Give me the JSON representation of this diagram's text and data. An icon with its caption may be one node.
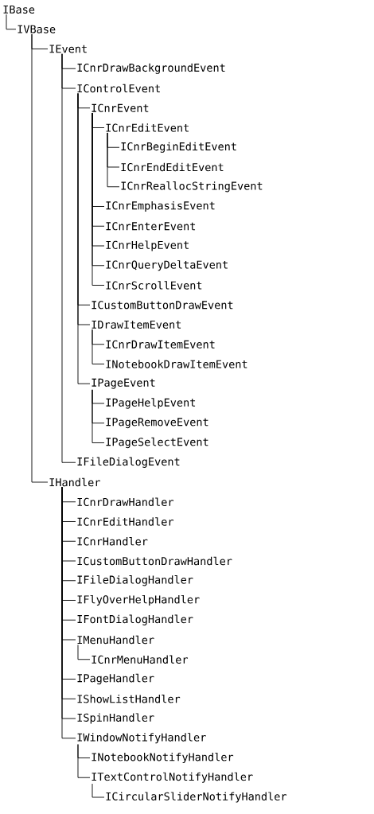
{
  "diagram": {
    "nodes": [
      {
        "text": [
          "IBase"
        ]
      },
      {
        "text": [
          "IVBase"
        ]
      },
      {
        "text": [
          "IEvent"
        ]
      },
      {
        "text": [
          "ICnrDrawBackgroundEvent"
        ]
      },
      {
        "text": [
          "IControlEvent"
        ]
      },
      {
        "text": [
          "ICnrEvent"
        ]
      },
      {
        "text": [
          "ICnrEditEvent"
        ]
      },
      {
        "text": [
          "ICnrBeginEditEvent"
        ]
      },
      {
        "text": [
          "ICnrEndEditEvent"
        ]
      },
      {
        "text": [
          "ICnrReallocStringEvent"
        ]
      },
      {
        "text": [
          "ICnrEmphasisEvent"
        ]
      },
      {
        "text": [
          "ICnrEnterEvent"
        ]
      },
      {
        "text": [
          "ICnrHelpEvent"
        ]
      },
      {
        "text": [
          "ICnrQueryDeltaEvent"
        ]
      },
      {
        "text": [
          "ICnrScrollEvent"
        ]
      },
      {
        "text": [
          "ICustomButtonDrawEvent"
        ]
      },
      {
        "text": [
          "IDrawItemEvent"
        ]
      },
      {
        "text": [
          "ICnrDrawItemEvent"
        ]
      },
      {
        "text": [
          "INotebookDrawItemEvent"
        ]
      },
      {
        "text": [
          "IPageEvent"
        ]
      },
      {
        "text": [
          "IPageHelpEvent"
        ]
      },
      {
        "text": [
          "IPageRemoveEvent"
        ]
      },
      {
        "text": [
          "IPageSelectEvent"
        ]
      },
      {
        "text": [
          "IFileDialogEvent"
        ]
      },
      {
        "text": [
          "IHandler"
        ]
      },
      {
        "text": [
          "ICnrDrawHandler"
        ]
      },
      {
        "text": [
          "ICnrEditHandler"
        ]
      },
      {
        "text": [
          "ICnrHandler"
        ]
      },
      {
        "text": [
          "ICustomButtonDrawHandler"
        ]
      },
      {
        "text": [
          "IFileDialogHandler"
        ]
      },
      {
        "text": [
          "IFlyOverHelpHandler"
        ]
      },
      {
        "text": [
          "IFontDialogHandler"
        ]
      },
      {
        "text": [
          "IMenuHandler"
        ]
      },
      {
        "text": [
          "ICnrMenuHandler"
        ]
      },
      {
        "text": [
          "IPageHandler"
        ]
      },
      {
        "text": [
          "IShowListHandler"
        ]
      },
      {
        "text": [
          "ISpinHandler"
        ]
      },
      {
        "text": [
          "IWindowNotifyHandler"
        ]
      },
      {
        "text": [
          "INotebookNotifyHandler"
        ]
      },
      {
        "text": [
          "ITextControlNotifyHandler"
        ]
      },
      {
        "text": [
          "ICircularSliderNotifyHandler"
        ]
      }
    ],
    "edges": [
      {
        "from": 0,
        "to": 1,
        "arrow": "none"
      },
      {
        "from": 1,
        "to": 2,
        "arrow": "none"
      },
      {
        "from": 2,
        "to": 3,
        "arrow": "none"
      },
      {
        "from": 2,
        "to": 4,
        "arrow": "none"
      },
      {
        "from": 4,
        "to": 5,
        "arrow": "none"
      },
      {
        "from": 5,
        "to": 6,
        "arrow": "none"
      },
      {
        "from": 6,
        "to": 7,
        "arrow": "none"
      },
      {
        "from": 6,
        "to": 8,
        "arrow": "none"
      },
      {
        "from": 6,
        "to": 9,
        "arrow": "none"
      },
      {
        "from": 5,
        "to": 10,
        "arrow": "none"
      },
      {
        "from": 5,
        "to": 11,
        "arrow": "none"
      },
      {
        "from": 5,
        "to": 12,
        "arrow": "none"
      },
      {
        "from": 5,
        "to": 13,
        "arrow": "none"
      },
      {
        "from": 5,
        "to": 14,
        "arrow": "none"
      },
      {
        "from": 4,
        "to": 15,
        "arrow": "none"
      },
      {
        "from": 4,
        "to": 16,
        "arrow": "none"
      },
      {
        "from": 16,
        "to": 17,
        "arrow": "none"
      },
      {
        "from": 16,
        "to": 18,
        "arrow": "none"
      },
      {
        "from": 4,
        "to": 19,
        "arrow": "none"
      },
      {
        "from": 19,
        "to": 20,
        "arrow": "none"
      },
      {
        "from": 19,
        "to": 21,
        "arrow": "none"
      },
      {
        "from": 19,
        "to": 22,
        "arrow": "none"
      },
      {
        "from": 2,
        "to": 23,
        "arrow": "none"
      },
      {
        "from": 1,
        "to": 24,
        "arrow": "none"
      },
      {
        "from": 24,
        "to": 25,
        "arrow": "none"
      },
      {
        "from": 24,
        "to": 26,
        "arrow": "none"
      },
      {
        "from": 24,
        "to": 27,
        "arrow": "none"
      },
      {
        "from": 24,
        "to": 28,
        "arrow": "none"
      },
      {
        "from": 24,
        "to": 29,
        "arrow": "none"
      },
      {
        "from": 24,
        "to": 30,
        "arrow": "none"
      },
      {
        "from": 24,
        "to": 31,
        "arrow": "none"
      },
      {
        "from": 24,
        "to": 32,
        "arrow": "none"
      },
      {
        "from": 32,
        "to": 33,
        "arrow": "none"
      },
      {
        "from": 24,
        "to": 34,
        "arrow": "none"
      },
      {
        "from": 24,
        "to": 35,
        "arrow": "none"
      },
      {
        "from": 24,
        "to": 36,
        "arrow": "none"
      },
      {
        "from": 24,
        "to": 37,
        "arrow": "none"
      },
      {
        "from": 37,
        "to": 38,
        "arrow": "none"
      },
      {
        "from": 37,
        "to": 39,
        "arrow": "none"
      },
      {
        "from": 39,
        "to": 40,
        "arrow": "none"
      }
    ]
  }
}
